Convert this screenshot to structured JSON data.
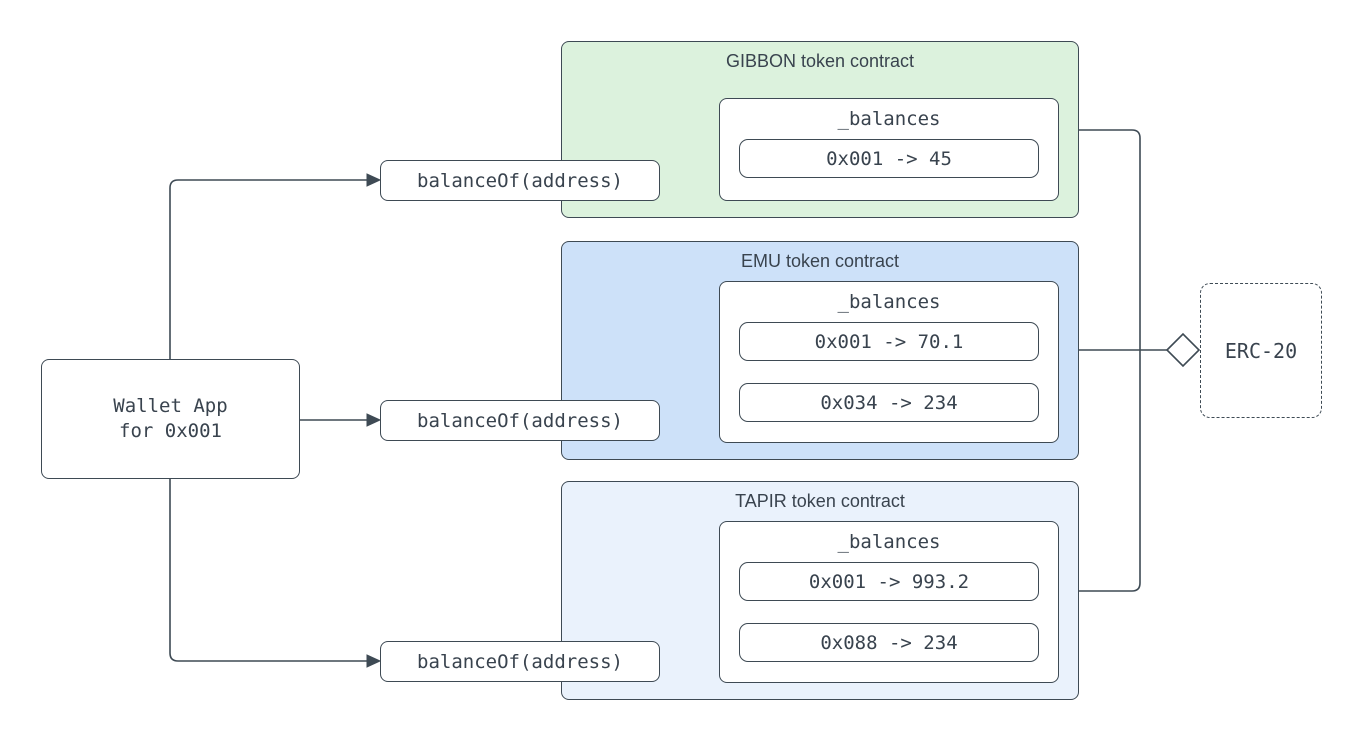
{
  "diagram": {
    "colors": {
      "stroke": "#3e4a54",
      "text": "#39434e",
      "white": "#ffffff"
    },
    "wallet": {
      "label": "Wallet App\nfor 0x001"
    },
    "calls": [
      {
        "label": "balanceOf(address)"
      },
      {
        "label": "balanceOf(address)"
      },
      {
        "label": "balanceOf(address)"
      }
    ],
    "contracts": [
      {
        "title": "GIBBON token contract",
        "fill": "#dcf2dd",
        "mapping": "_balances",
        "entries": [
          "0x001 -> 45"
        ]
      },
      {
        "title": "EMU token contract",
        "fill": "#cde1f9",
        "mapping": "_balances",
        "entries": [
          "0x001 -> 70.1",
          "0x034 -> 234"
        ]
      },
      {
        "title": "TAPIR token contract",
        "fill": "#eaf2fc",
        "mapping": "_balances",
        "entries": [
          "0x001 -> 993.2",
          "0x088 -> 234"
        ]
      }
    ],
    "interface": {
      "label": "ERC-20"
    }
  }
}
